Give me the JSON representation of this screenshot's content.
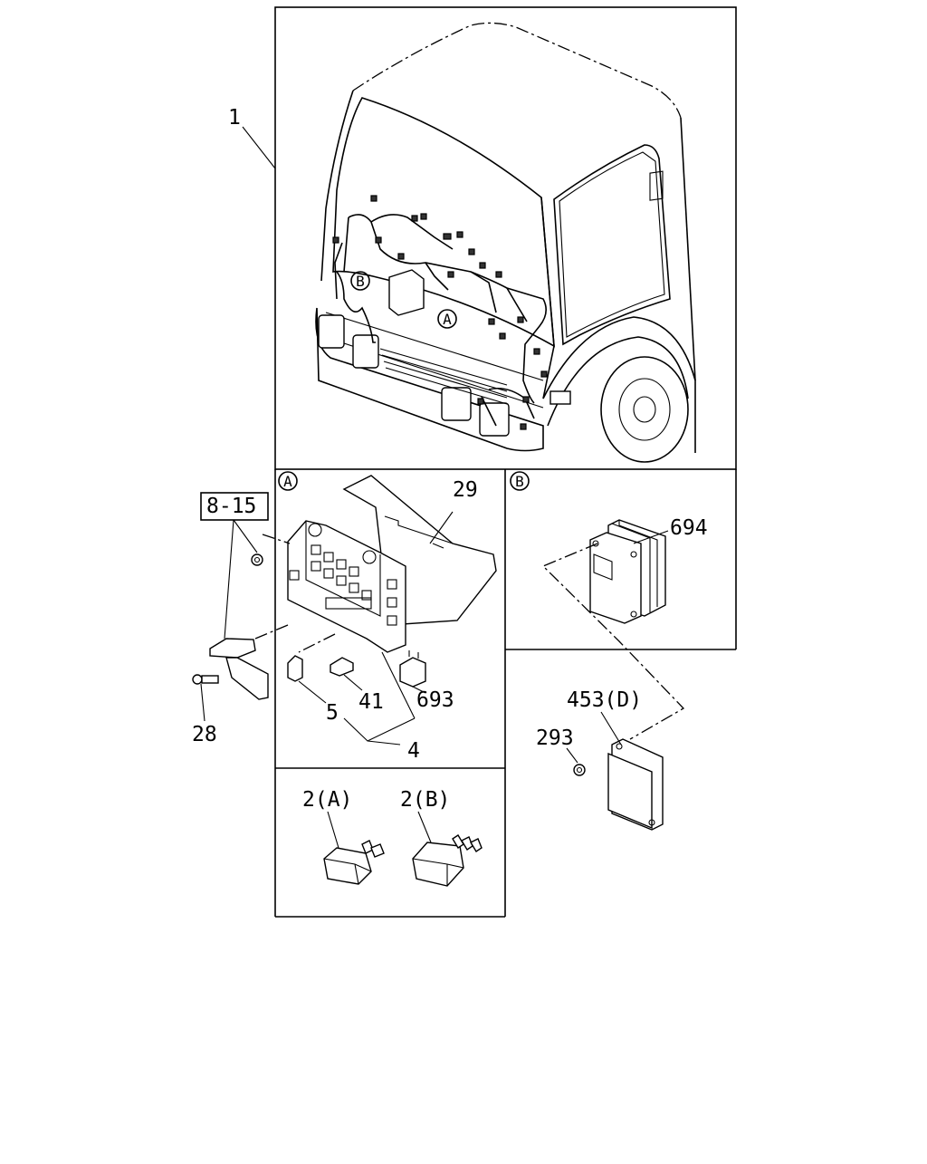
{
  "callouts": {
    "harness": "1",
    "fuse_box_ref": "8-15",
    "bolt": "28",
    "cover": "29",
    "fuse": "5",
    "mini_fuse": "41",
    "fuse_group": "4",
    "relay": "693",
    "ecu_b": "694",
    "ecu_d": "453(D)",
    "nut": "293",
    "relay_a": "2(A)",
    "relay_b": "2(B)"
  },
  "markers": {
    "a": "A",
    "b": "B"
  }
}
